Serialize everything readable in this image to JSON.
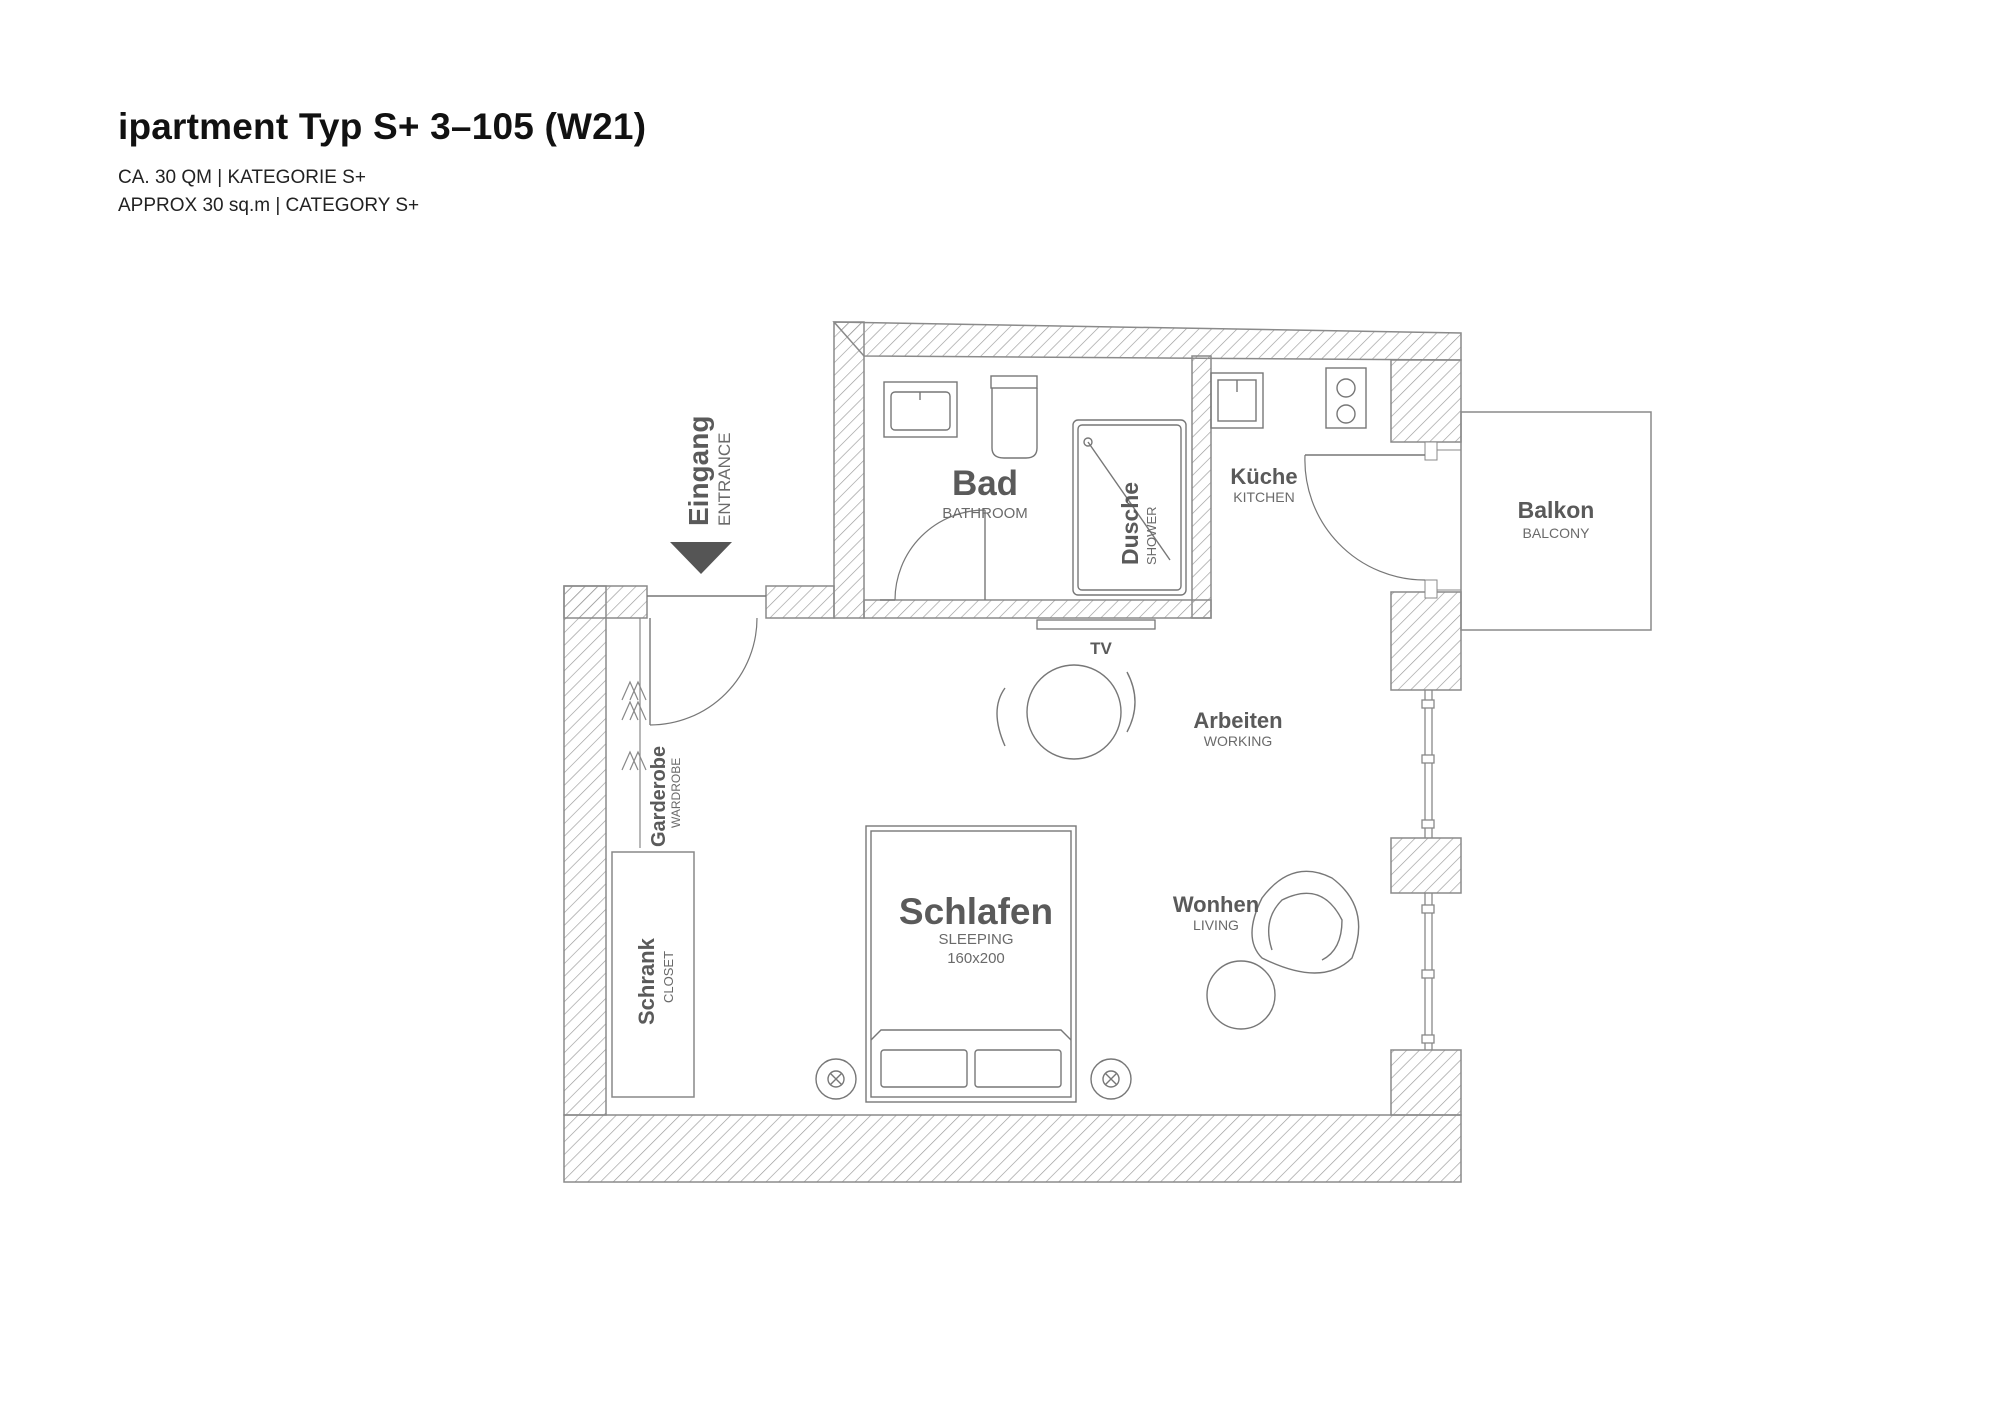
{
  "header": {
    "title": "ipartment Typ S+ 3–105 (W21)",
    "line_de": "CA. 30 QM | KATEGORIE S+",
    "line_en": "APPROX 30 sq.m | CATEGORY S+"
  },
  "rooms": {
    "entrance": {
      "de": "Eingang",
      "en": "ENTRANCE"
    },
    "bath": {
      "de": "Bad",
      "en": "BATHROOM"
    },
    "shower": {
      "de": "Dusche",
      "en": "SHOWER"
    },
    "kitchen": {
      "de": "Küche",
      "en": "KITCHEN"
    },
    "balcony": {
      "de": "Balkon",
      "en": "BALCONY"
    },
    "tv": {
      "label": "TV"
    },
    "working": {
      "de": "Arbeiten",
      "en": "WORKING"
    },
    "wardrobe": {
      "de": "Garderobe",
      "en": "WARDROBE"
    },
    "sleeping": {
      "de": "Schlafen",
      "en": "SLEEPING",
      "size": "160x200"
    },
    "living": {
      "de": "Wonhen",
      "en": "LIVING"
    },
    "closet": {
      "de": "Schrank",
      "en": "CLOSET"
    }
  },
  "colors": {
    "wall_stroke": "#8a8a8a",
    "hatch": "#9a9a9a",
    "room_text": "#5a5a5a",
    "arrow": "#555555"
  }
}
